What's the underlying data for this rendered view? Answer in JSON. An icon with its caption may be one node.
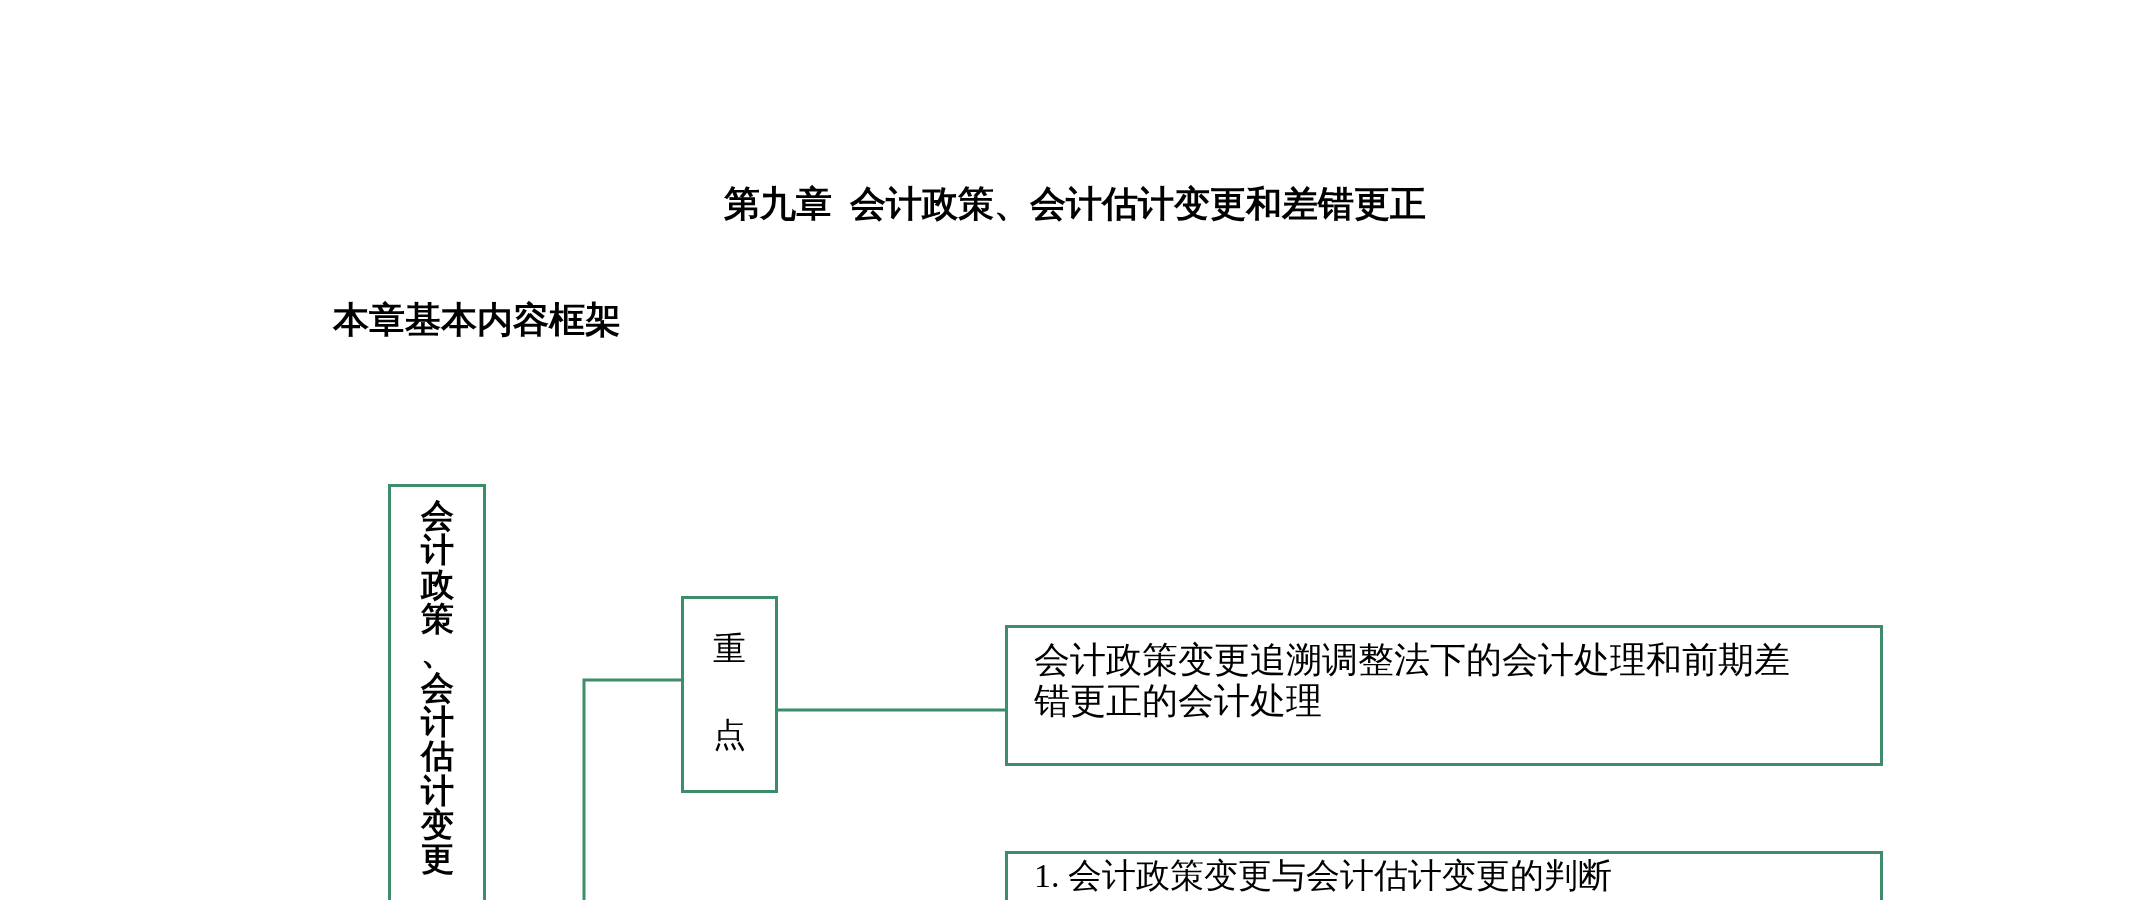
{
  "diagram": {
    "title": "第九章  会计政策、会计估计变更和差错更正",
    "labels": [
      "本章基本内容框架"
    ],
    "nodes": [
      {
        "text": [
          "会计政策、会计估计变更"
        ]
      },
      {
        "text": [
          "重点"
        ]
      },
      {
        "text": [
          "会计政策变更追溯调整法下的会计处理和前期差错更正的会计处理"
        ]
      },
      {
        "text": [
          "1. 会计政策变更与会计估计变更的判断"
        ]
      }
    ],
    "edges": [
      {
        "from": 0,
        "to": 1,
        "arrow": "none"
      },
      {
        "from": 1,
        "to": 2,
        "arrow": "none"
      }
    ]
  }
}
